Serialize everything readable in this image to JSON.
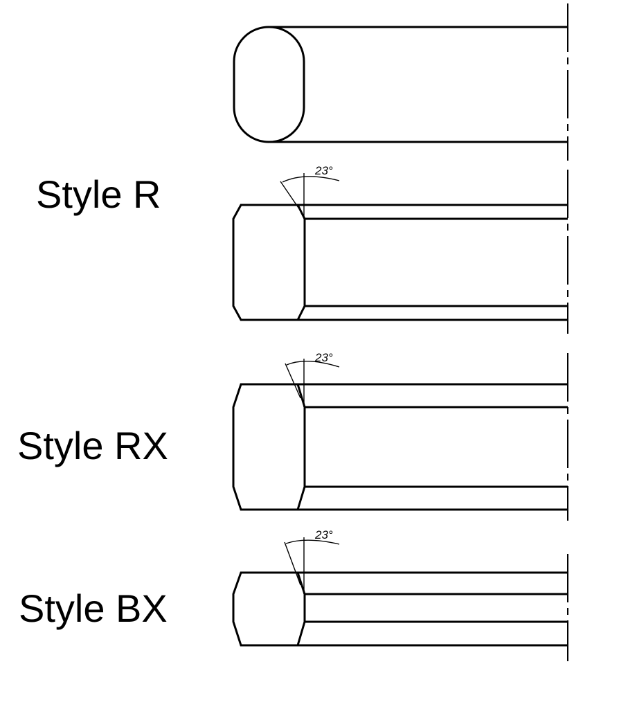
{
  "labels": {
    "style_r": "Style R",
    "style_rx": "Style RX",
    "style_bx": "Style BX"
  },
  "angle_annotations": {
    "r": "23°",
    "rx": "23°",
    "bx": "23°"
  },
  "colors": {
    "line": "#000000",
    "background": "#ffffff"
  }
}
